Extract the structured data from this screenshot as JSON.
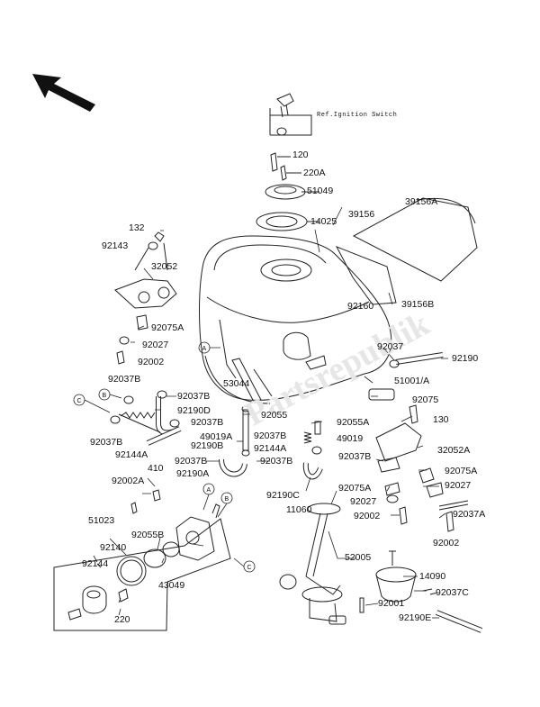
{
  "watermark": "Partsrepublik",
  "reference_note": "Ref.Ignition Switch",
  "circle_markers": [
    "A",
    "B",
    "C"
  ],
  "part_labels": {
    "p120": "120",
    "p220A": "220A",
    "p51049": "51049",
    "p14025": "14025",
    "p39156A": "39156A",
    "p39156": "39156",
    "p132": "132",
    "p92143": "92143",
    "p32052": "32052",
    "p92160": "92160",
    "p39156B": "39156B",
    "p92075A_l": "92075A",
    "p92027_l": "92027",
    "p92002_l": "92002",
    "p92037": "92037",
    "p92190": "92190",
    "p92037B_a": "92037B",
    "p53044": "53044",
    "p51001A": "51001/A",
    "p92037B_b": "92037B",
    "p92190D": "92190D",
    "p92075": "92075",
    "p92055": "92055",
    "p92055A": "92055A",
    "p130": "130",
    "p92037B_c": "92037B",
    "p92037B_d": "92037B",
    "p49019A": "49019A",
    "p92037B_e": "92037B",
    "p49019": "49019",
    "p92190B": "92190B",
    "p92144A_l": "92144A",
    "p92144A_c": "92144A",
    "p32052A": "32052A",
    "p92037B_f": "92037B",
    "p92037B_g": "92037B",
    "p92037B_h": "92037B",
    "p410": "410",
    "p92190A": "92190A",
    "p92075A_r": "92075A",
    "p92002A": "92002A",
    "p92027_r1": "92027",
    "p92190C": "92190C",
    "p92075A_c": "92075A",
    "p11060": "11060",
    "p92027_r2": "92027",
    "p92037A": "92037A",
    "p92002_c": "92002",
    "p51023": "51023",
    "p92055B": "92055B",
    "p92140": "92140",
    "p92002_r": "92002",
    "p52005": "52005",
    "p92144": "92144",
    "p14090": "14090",
    "p43049": "43049",
    "p92037C": "92037C",
    "p92001": "92001",
    "p220": "220",
    "p92190E": "92190E"
  }
}
